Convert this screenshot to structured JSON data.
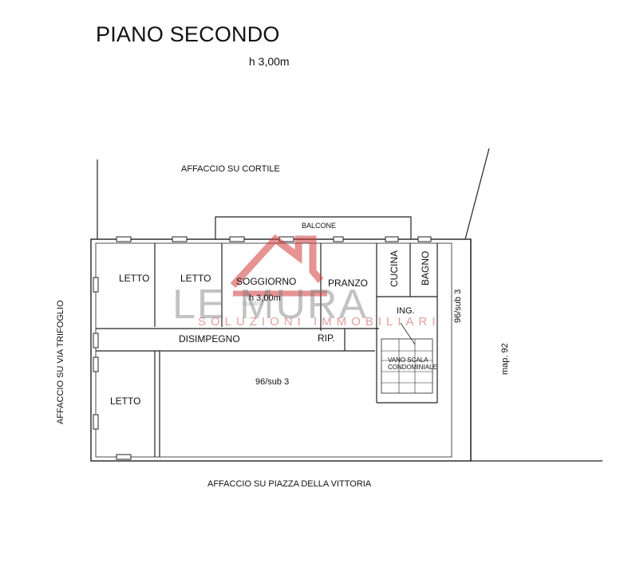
{
  "title": "PIANO SECONDO",
  "height_note": "h 3,00m",
  "labels": {
    "affaccio_cortile": "AFFACCIO SU CORTILE",
    "affaccio_piazza": "AFFACCIO SU PIAZZA DELLA VITTORIA",
    "affaccio_via": "AFFACCIO SU VIA TRIFOGLIO",
    "balcone": "BALCONE",
    "map": "map. 92",
    "sub_right": "96/sub 3",
    "sub_center": "96/sub 3"
  },
  "rooms": {
    "letto_1": "LETTO",
    "letto_2": "LETTO",
    "letto_3": "LETTO",
    "soggiorno": "SOGGIORNO",
    "soggiorno_h": "h 3,00m",
    "pranzo": "PRANZO",
    "cucina": "CUCINA",
    "bagno": "BAGNO",
    "ing": "ING.",
    "disimpegno": "DISIMPEGNO",
    "rip": "RIP.",
    "vano_scala_1": "VANO SCALA",
    "vano_scala_2": "CONDOMINIALE"
  },
  "watermark": {
    "brand": "LE  MURA",
    "tagline": "SOLUZIONI IMMOBILIARI",
    "quattro": "quattro",
    "accent_color": "#d23b3b"
  }
}
